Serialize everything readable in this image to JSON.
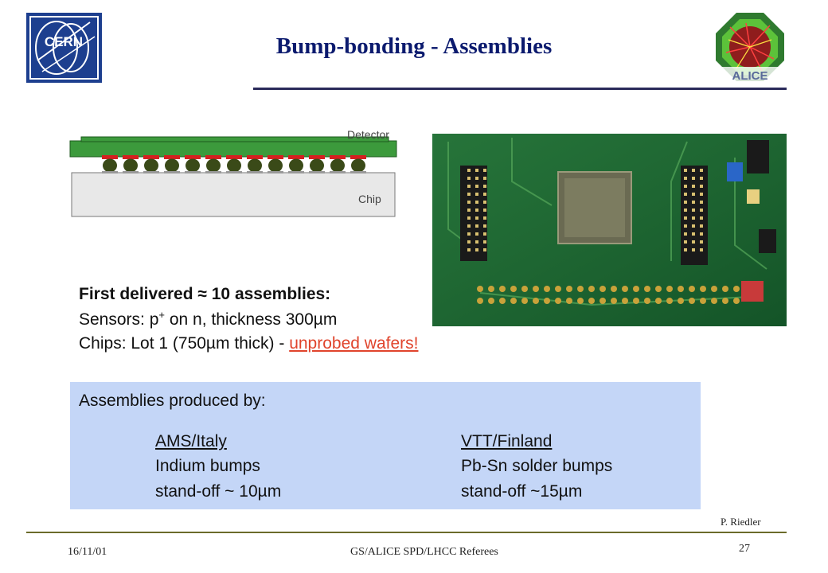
{
  "header": {
    "title": "Bump-bonding - Assemblies",
    "cern_logo_text": "CERN",
    "alice_logo_text": "ALICE"
  },
  "diagram": {
    "detector_label": "Detector",
    "chip_label": "Chip",
    "bump_count": 13,
    "colors": {
      "detector": "#3c9a3c",
      "chip": "#e8e8e8",
      "pad": "#d42020",
      "bump": "#3a4a18"
    }
  },
  "photo": {
    "description": ""
  },
  "specs": {
    "first_line": "First delivered ≈ 10 assemblies:",
    "sensors_prefix": "Sensors: p",
    "sensors_sup": "+",
    "sensors_suffix": " on n, thickness 300µm",
    "chips_prefix": "Chips: Lot 1  (750µm thick) - ",
    "chips_link": "unprobed wafers!"
  },
  "assemblies": {
    "heading": "Assemblies produced by:",
    "left": {
      "name": "AMS/Italy",
      "bumps": "Indium bumps",
      "standoff": "stand-off ~ 10µm"
    },
    "right": {
      "name": "VTT/Finland",
      "bumps": "Pb-Sn solder bumps",
      "standoff": "stand-off ~15µm"
    }
  },
  "footer": {
    "author": "P. Riedler",
    "date": "16/11/01",
    "center": "GS/ALICE SPD/LHCC Referees",
    "page": "27"
  }
}
